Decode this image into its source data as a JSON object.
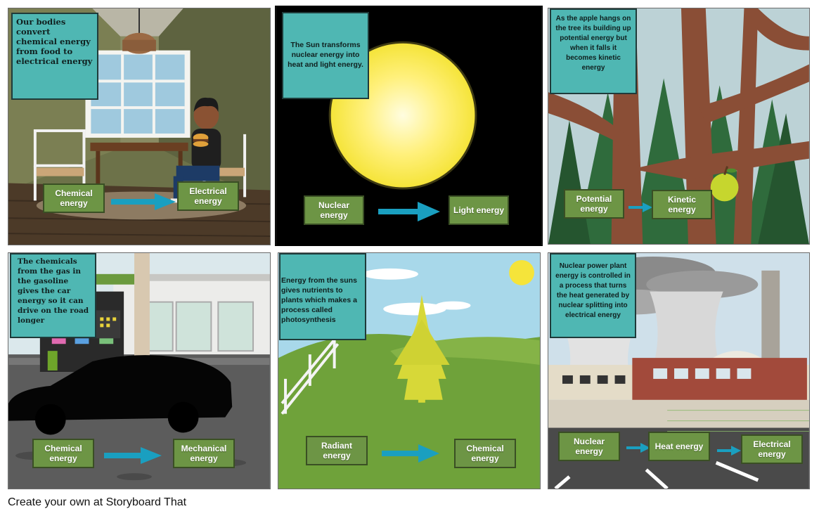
{
  "colors": {
    "caption_bg": "#4fb7b3",
    "label_bg": "#6d9545",
    "arrow": "#1a9fc0"
  },
  "panels": [
    {
      "caption": "Our bodies convert chemical energy from food to electrical energy",
      "labels": [
        "Chemical energy",
        "Electrical energy"
      ],
      "icons": [
        "room-scene",
        "person-icon",
        "burger-icon"
      ]
    },
    {
      "caption": "The Sun transforms nuclear energy into heat and light energy.",
      "labels": [
        "Nuclear energy",
        "Light energy"
      ],
      "icons": [
        "sun-icon"
      ]
    },
    {
      "caption": "As the apple hangs on the tree its building up potential energy but when it falls it becomes kinetic energy",
      "labels": [
        "Potential energy",
        "Kinetic energy"
      ],
      "icons": [
        "tree-icon",
        "apple-icon"
      ]
    },
    {
      "caption": "The chemicals from the gas in the gasoline gives the car energy so it can drive on the road longer",
      "labels": [
        "Chemical energy",
        "Mechanical energy"
      ],
      "icons": [
        "gas-pump-icon",
        "car-icon"
      ]
    },
    {
      "caption": "Energy from the suns gives nutrients to plants which makes a process called photosynthesis",
      "labels": [
        "Radiant energy",
        "Chemical energy"
      ],
      "icons": [
        "sun-icon",
        "pine-tree-icon"
      ]
    },
    {
      "caption": "Nuclear power plant energy is controlled in a process that turns the heat generated by nuclear splitting into electrical energy",
      "labels": [
        "Nuclear energy",
        "Heat energy",
        "Electrical energy"
      ],
      "icons": [
        "cooling-tower-icon",
        "power-plant-icon"
      ]
    }
  ],
  "footer": "Create your own at Storyboard That"
}
